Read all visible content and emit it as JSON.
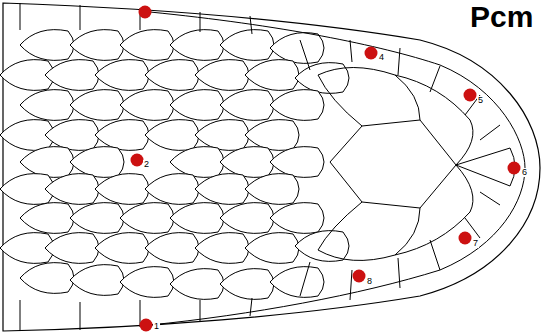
{
  "diagram": {
    "title": "Pcm",
    "labels": [
      "2",
      "4",
      "5",
      "6",
      "7",
      "8",
      "1"
    ]
  }
}
